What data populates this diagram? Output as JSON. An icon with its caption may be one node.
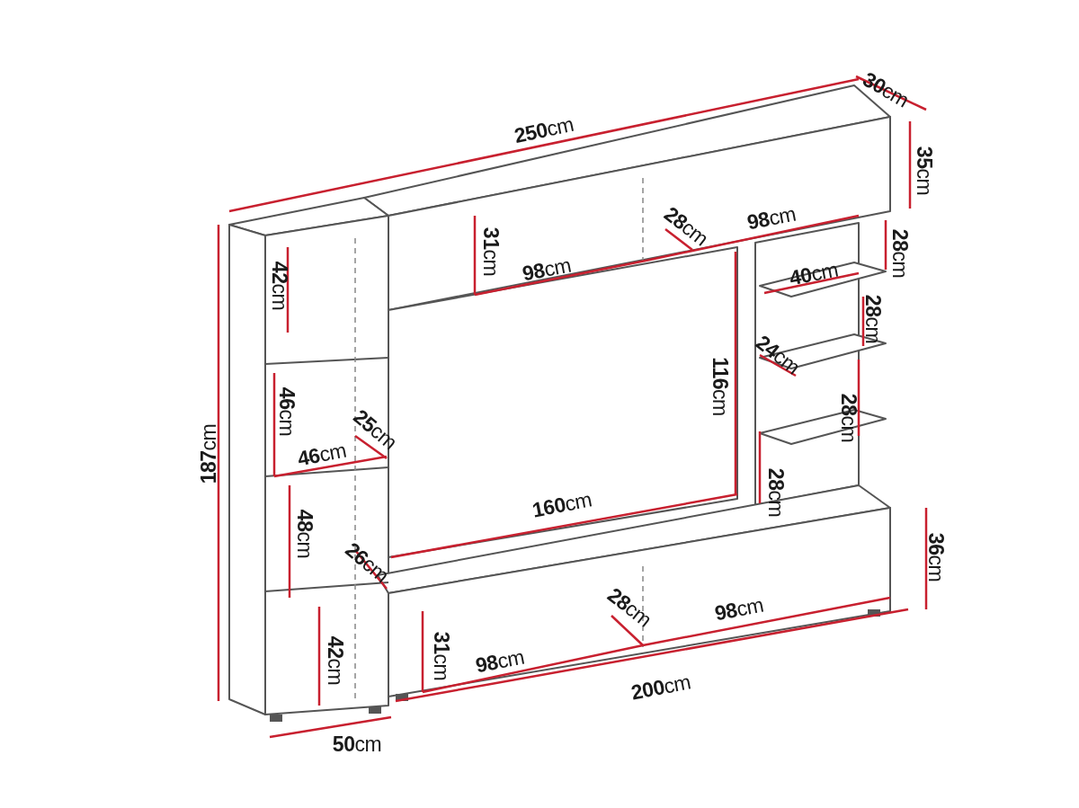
{
  "diagram": {
    "labels": [
      "**30**cm",
      "**250**cm",
      "**35**cm",
      "**31**cm",
      "**28**cm",
      "**98**cm",
      "**98**cm",
      "**28**cm",
      "**187**cm",
      "**42**cm",
      "**40**cm",
      "**28**cm",
      "**24**cm",
      "**46**cm",
      "**25**cm",
      "**116**cm",
      "**46**cm",
      "**28**cm",
      "**160**cm",
      "**28**cm",
      "**48**cm",
      "**26**cm",
      "**36**cm",
      "**28**cm",
      "**98**cm",
      "**31**cm",
      "**42**cm",
      "**98**cm",
      "**200**cm",
      "**50**cm"
    ]
  }
}
